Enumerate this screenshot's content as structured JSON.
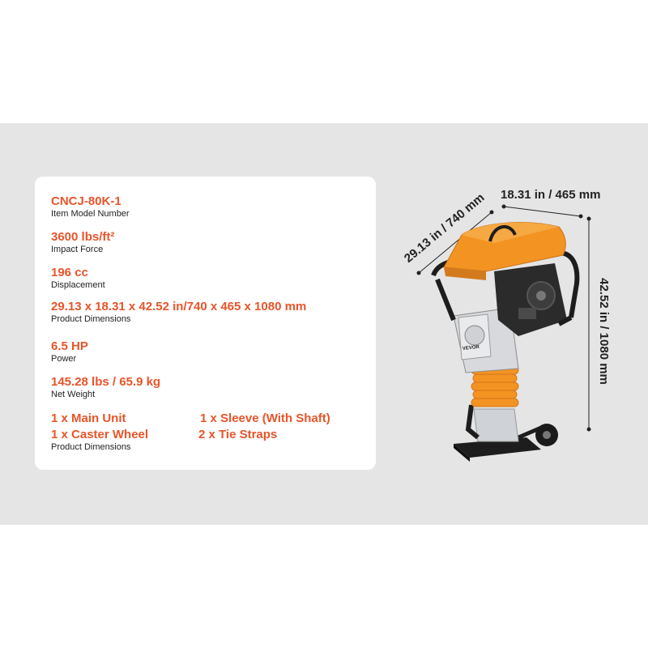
{
  "specs": [
    {
      "value": "CNCJ-80K-1",
      "label": "Item Model Number"
    },
    {
      "value": "3600 lbs/ft²",
      "label": "Impact Force"
    },
    {
      "value": "196 cc",
      "label": "Displacement"
    },
    {
      "value": "29.13 x 18.31 x 42.52 in/740 x 465 x 1080 mm",
      "label": "Product Dimensions"
    },
    {
      "value": "6.5 HP",
      "label": "Power"
    },
    {
      "value": "145.28 lbs / 65.9 kg",
      "label": "Net Weight"
    }
  ],
  "package": {
    "items": [
      "1 x Main Unit",
      "1 x Sleeve (With Shaft)",
      "1 x Caster Wheel",
      "2 x Tie Straps"
    ],
    "label": "Product Dimensions"
  },
  "dimensions": {
    "depth": "29.13 in / 740 mm",
    "width": "18.31 in / 465 mm",
    "height": "42.52 in / 1080 mm"
  },
  "brand": "VEVOR",
  "colors": {
    "accent": "#e8542a",
    "machine_orange": "#f39322",
    "band": "#e5e5e5"
  }
}
